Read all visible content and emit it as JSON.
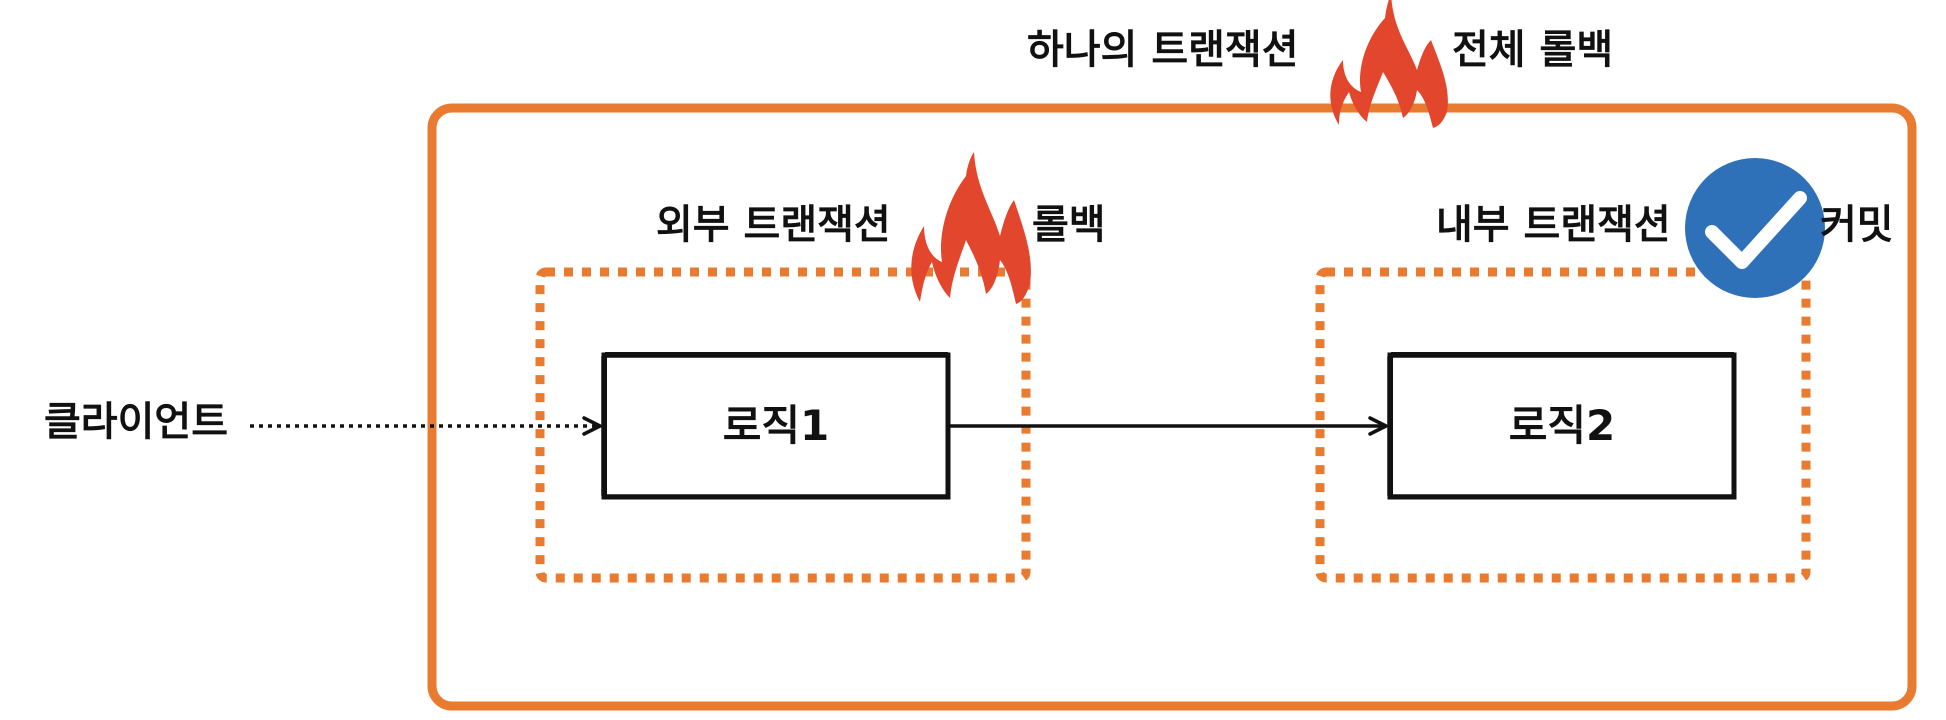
{
  "client": {
    "label": "클라이언트"
  },
  "transaction": {
    "title_left": "하나의 트랜잭션",
    "title_right": "전체 롤백"
  },
  "outer": {
    "label": "외부 트랜잭션",
    "status": "롤백"
  },
  "inner": {
    "label": "내부 트랜잭션",
    "status": "커밋"
  },
  "logic1": {
    "label": "로직1"
  },
  "logic2": {
    "label": "로직2"
  },
  "colors": {
    "frame": "#E87B2F",
    "fire": "#E2472D",
    "check": "#2F71B8",
    "ink": "#111111"
  },
  "icons": {
    "rollback": "fire-icon",
    "commit": "check-icon"
  }
}
